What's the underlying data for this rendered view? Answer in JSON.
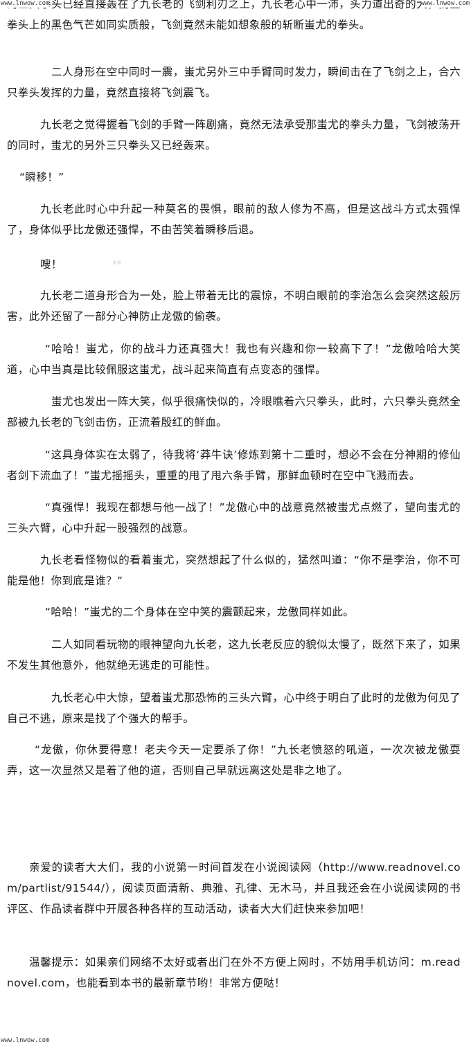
{
  "watermarks": {
    "top_left": "www.lnwow.com",
    "top_right": "www.lnwow.com",
    "bottom_left": "www.lnwow.com"
  },
  "faint_mark": "※※",
  "paragraphs": [
    "的三只拳头已经直接轰在了九长老的飞剑利刃之上，九长老心中一沛，头力道出奇的大，而且拳头上的黑色气芒如同实质般，飞剑竟然未能如想象般的斩断蚩尤的拳头。",
    "二人身形在空中同时一震，蚩尤另外三中手臂同时发力，瞬间击在了飞剑之上，合六只拳头发挥的力量，竟然直接将飞剑震飞。",
    "九长老之觉得握着飞剑的手臂一阵剧痛，竟然无法承受那蚩尤的拳头力量，飞剑被荡开的同时，蚩尤的另外三只拳头又已经轰来。",
    "“瞬移！”",
    "九长老此时心中升起一种莫名的畏惧，眼前的敌人修为不高，但是这战斗方式太强悍了，身体似乎比龙傲还强悍，不由苦笑着瞬移后退。",
    "嗖！",
    "九长老二道身形合为一处，脸上带着无比的震惊，不明白眼前的李治怎么会突然这般厉害，此外还留了一部分心神防止龙傲的偷袭。",
    "“哈哈！蚩尤，你的战斗力还真强大！我也有兴趣和你一较高下了！”龙傲哈哈大笑道，心中当真是比较佩服这蚩尤，战斗起来简直有点变态的强悍。",
    "蚩尤也发出一阵大笑，似乎很痛快似的，冷眼瞧着六只拳头，此时，六只拳头竟然全部被九长老的飞剑击伤，正流着殷红的鲜血。",
    "“这具身体实在太弱了，待我将‘莽牛诀’修炼到第十二重时，想必不会在分神期的修仙者剑下流血了！”蚩尤摇摇头，重重的甩了甩六条手臂，那鲜血顿时在空中飞溅而去。",
    "“真强悍！我现在都想与他一战了！”龙傲心中的战意竟然被蚩尤点燃了，望向蚩尤的三头六臂，心中升起一股强烈的战意。",
    "九长老看怪物似的看着蚩尤，突然想起了什么似的，猛然叫道：“你不是李治，你不可能是他！你到底是谁？”",
    "“哈哈！”蚩尤的二个身体在空中笑的震颤起来，龙傲同样如此。",
    "二人如同看玩物的眼神望向九长老，这九长老反应的貌似太慢了，既然下来了，如果不发生其他意外，他就绝无逃走的可能性。",
    "九长老心中大惊，望着蚩尤那恐怖的三头六臂，心中终于明白了此时的龙傲为何见了自己不逃，原来是找了个强大的帮手。",
    "“龙傲，你休要得意！老夫今天一定要杀了你！”九长老愤怒的吼道，一次次被龙傲耍弄，这一次显然又是着了他的道，否则自己早就远离这处是非之地了。",
    "亲爱的读者大大们，我的小说第一时间首发在小说阅读网（http://www.readnovel.com/partlist/91544/），阅读页面清新、典雅、孔律、无木马，并且我还会在小说阅读网的书评区、作品读者群中开展各种各样的互动活动，读者大大们赶快来参加吧！",
    "温馨提示：如果亲们网络不太好或者出门在外不方便上网时，不妨用手机访问：m.readnovel.com，也能看到本书的最新章节哟！非常方便哒！"
  ]
}
